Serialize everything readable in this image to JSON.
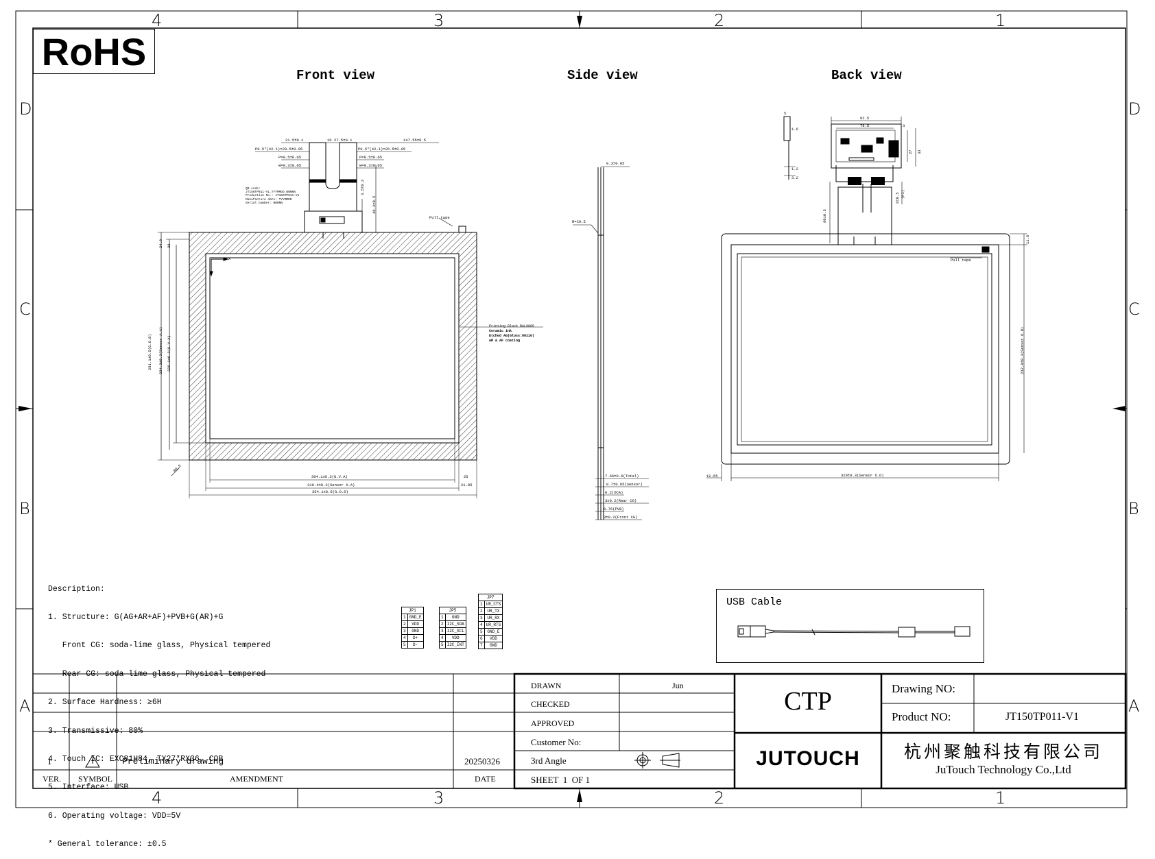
{
  "zones": {
    "columns": [
      "4",
      "3",
      "2",
      "1"
    ],
    "rows": [
      "D",
      "C",
      "B",
      "A"
    ]
  },
  "rohs_label": "RoHS",
  "views": {
    "front": "Front view",
    "side": "Side view",
    "back": "Back view"
  },
  "front_dims": {
    "d1": "21.5±0.1",
    "d2": "10",
    "d3": "27.5±0.1",
    "d4": "147.55±0.5",
    "p_left": "P0.5*(42-1)=20.5±0.05",
    "p_right": "P0.5*(42-1)=26.5±0.05",
    "pitch1": "P=0.5±0.05",
    "pitch2": "P=0.5±0.05",
    "w1": "W=0.3±0.05",
    "w2": "W=0.3±0.05",
    "fpc1": "3.5±0.3",
    "fpc2": "40.4±0.5",
    "qr1": "QR code:",
    "qr2": "JT150TP011-V1_TYYMMDD_NNNNN",
    "qr3": "Production No.: JT150TP011-V1",
    "qr4": "Manufacture date: TYYMMDD",
    "qr5": "Serial number: NNNNN",
    "pull_tape": "Pull tape",
    "h_og": "281.1±0.5(G.O.D)",
    "h_sensor": "234.3±0.3(Sensor A.A)",
    "h_va": "228.1±0.3(G.V.A)",
    "h_top1": "24.9",
    "h_top2": "28",
    "corner": "R0.5",
    "w_va": "304.1±0.3(G.V.A)",
    "w_sensor": "310.4±0.3(Sensor A.A)",
    "w_od": "354.1±0.5(G.O.D)",
    "w_right1": "25",
    "w_right2": "21.85",
    "axis_x": "X",
    "axis_y": "Y",
    "print1": "Printing Black RAL9005",
    "print2": "Ceramic ink",
    "print3": "Etched AG(Gloss:80±10)",
    "print4": "AR & AF coating"
  },
  "side_dims": {
    "top": "0.3±0.05",
    "chamfer": "R=C0.5",
    "total": "7.66±0.6(Total)",
    "sensor": "0.7±0.05(Sensor)",
    "oca": "0.2(OCA)",
    "rear": "3±0.2(Rear CG)",
    "pvb": "0.76(PVB)",
    "front": "3±0.2(Front CG)"
  },
  "back_dims": {
    "b1": "82.5",
    "b2": "76.5",
    "b3": "3",
    "b4": "27",
    "b5": "33",
    "b6": "1.6",
    "b7": "5",
    "b8": "1.2",
    "b9": "3.2",
    "b10": "8±0.5",
    "b11": "(PI)",
    "fpc": "80±0.5",
    "top": "11.6",
    "height": "232.9±0.3(Sensor O.D)",
    "left": "12.55",
    "width": "329±0.3(Sensor O.D)",
    "pull_tape": "Pull tape"
  },
  "description": [
    "Description:",
    "1. Structure: G(AG+AR+AF)+PVB+G(AR)+G",
    "   Front CG: soda-lime glass, Physical tempered",
    "   Rear CG: soda-lime glass, Physical tempered",
    "2. Surface Hardness: ≥6H",
    "3. Transmissive: 80%",
    "4. Touch IC: EXC81H84, TX27*RX36, COB",
    "5. Interface: USB",
    "6. Operating voltage: VDD=5V",
    "* General tolerance: ±0.5"
  ],
  "connectors": {
    "jp1": {
      "title": "JP1",
      "rows": [
        [
          "1",
          "GND_E"
        ],
        [
          "2",
          "VDD"
        ],
        [
          "3",
          "GND"
        ],
        [
          "4",
          "D+"
        ],
        [
          "5",
          "D-"
        ]
      ]
    },
    "jp5": {
      "title": "JP5",
      "rows": [
        [
          "1",
          "GND"
        ],
        [
          "2",
          "I2C_SDA"
        ],
        [
          "3",
          "I2C_SCL"
        ],
        [
          "4",
          "VDD"
        ],
        [
          "5",
          "I2C_INT"
        ]
      ]
    },
    "jp7": {
      "title": "JP7",
      "rows": [
        [
          "1",
          "UR_CTS"
        ],
        [
          "2",
          "UR_TX"
        ],
        [
          "3",
          "UR_RX"
        ],
        [
          "4",
          "UR_RTS"
        ],
        [
          "5",
          "GND_E"
        ],
        [
          "6",
          "VDD"
        ],
        [
          "7",
          "GND"
        ]
      ]
    }
  },
  "usb_cable_label": "USB Cable",
  "revision_block": {
    "row": {
      "ver": "1",
      "desc": "Preliminary drawing",
      "date": "20250326"
    },
    "headers": {
      "ver": "VER.",
      "symbol": "SYMBOL",
      "amendment": "AMENDMENT",
      "date": "DATE"
    }
  },
  "title_block": {
    "drawn_label": "DRAWN",
    "drawn_value": "Jun",
    "checked_label": "CHECKED",
    "approved_label": "APPROVED",
    "customer_label": "Customer No:",
    "angle_label": "3rd Angle",
    "sheet_label": "SHEET  1  OF 1",
    "product_type": "CTP",
    "logo": "JUTOUCH",
    "drawing_no_label": "Drawing NO:",
    "drawing_no_value": "",
    "product_no_label": "Product NO:",
    "product_no_value": "JT150TP011-V1",
    "company_cn": "杭州聚触科技有限公司",
    "company_en": "JuTouch Technology Co.,Ltd"
  }
}
